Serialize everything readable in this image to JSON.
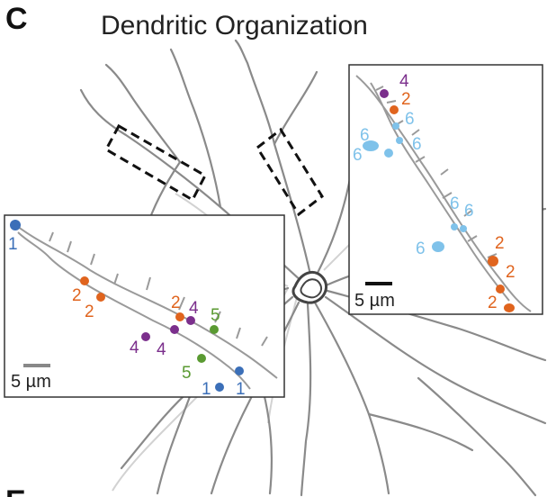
{
  "panel_letter": "C",
  "title": "Dendritic Organization",
  "colors": {
    "type1": "#3b6fb8",
    "type2": "#e0641e",
    "type4": "#7b2f8c",
    "type5": "#5a9a32",
    "type6": "#7fc2ea",
    "neuron": "#8a8a8a",
    "neuron_light": "#d2d2d2"
  },
  "left_inset": {
    "scale_label": "5 µm",
    "labels": [
      "1",
      "2",
      "2",
      "2",
      "4",
      "4",
      "4",
      "5",
      "5",
      "1",
      "1"
    ]
  },
  "right_inset": {
    "scale_label": "5 µm",
    "labels": [
      "4",
      "2",
      "6",
      "6",
      "6",
      "6",
      "6",
      "6",
      "6",
      "2",
      "2",
      "2"
    ]
  },
  "bottom_letter": "E"
}
